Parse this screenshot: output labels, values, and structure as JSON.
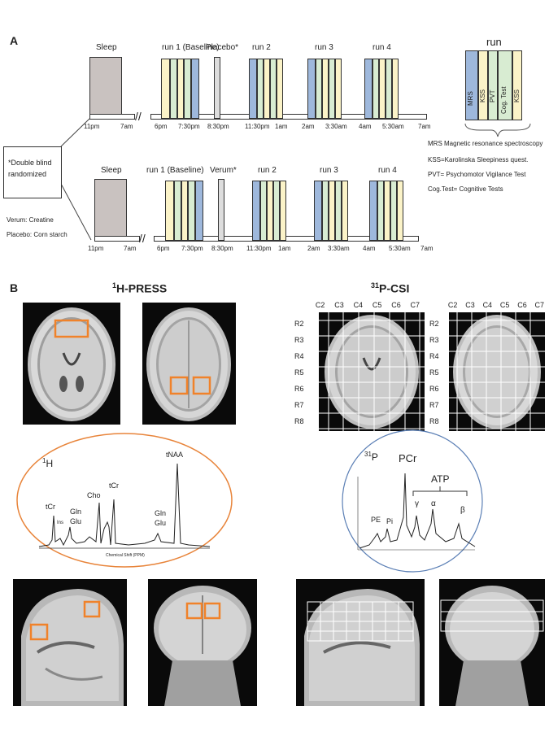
{
  "panelA": {
    "label": "A",
    "top": {
      "sleep": "Sleep",
      "sleep_t1": "11pm",
      "sleep_t2": "7am",
      "run1": "run 1 (Baseline)",
      "run1_t1": "6pm",
      "run1_t2": "7:30pm",
      "intervention": "Placebo*",
      "intervention_t": "8:30pm",
      "run2": "run 2",
      "run2_t1": "11:30pm",
      "run2_t2": "1am",
      "run3": "run 3",
      "run3_t1": "2am",
      "run3_t2": "3:30am",
      "run4": "run 4",
      "run4_t1": "4am",
      "run4_t2": "5:30am",
      "end_t": "7am"
    },
    "bottom": {
      "sleep": "Sleep",
      "sleep_t1": "11pm",
      "sleep_t2": "7am",
      "run1": "run 1 (Baseline)",
      "run1_t1": "6pm",
      "run1_t2": "7:30pm",
      "intervention": "Verum*",
      "intervention_t": "8:30pm",
      "run2": "run 2",
      "run2_t1": "11:30pm",
      "run2_t2": "1am",
      "run3": "run 3",
      "run3_t1": "2am",
      "run3_t2": "3:30am",
      "run4": "run 4",
      "run4_t1": "4am",
      "run4_t2": "5:30am",
      "end_t": "7am"
    },
    "design_box": "*Double blind randomized",
    "verum_def": "Verum:   Creatine",
    "placebo_def": "Placebo: Corn starch",
    "run_legend": {
      "title": "run",
      "bars": [
        "MRS",
        "KSS",
        "PVT",
        "Cog. Test",
        "KSS"
      ]
    },
    "abbreviations": [
      "MRS  Magnetic resonance spectroscopy",
      "KSS=Karolinska Sleepiness quest.",
      "PVT= Psychomotor Vigilance Test",
      "Cog.Test= Cognitive Tests"
    ]
  },
  "panelB": {
    "label": "B",
    "h_title_sup": "1",
    "h_title": "H-PRESS",
    "p_title_sup": "31",
    "p_title": "P-CSI",
    "columns": [
      "C2",
      "C3",
      "C4",
      "C5",
      "C6",
      "C7"
    ],
    "rows": [
      "R2",
      "R3",
      "R4",
      "R5",
      "R6",
      "R7",
      "R8"
    ],
    "h_spectrum": {
      "nucleus_sup": "1",
      "nucleus": "H",
      "peaks": [
        "tCr",
        "Ins",
        "Gln",
        "Glu",
        "Cho",
        "tCr",
        "Gln",
        "Glu",
        "tNAA"
      ],
      "xlabel": "Chemical Shift (PPM)"
    },
    "p_spectrum": {
      "nucleus_sup": "31",
      "nucleus": "P",
      "peaks": [
        "PE",
        "Pi",
        "PCr",
        "γ",
        "α",
        "β"
      ],
      "atp": "ATP"
    }
  },
  "colors": {
    "yellow": "#fbf3c8",
    "green": "#d8ecd2",
    "blue": "#9eb8dc",
    "sleep_gray": "#c9c2c0",
    "voxel_orange": "#f0822a",
    "h_circle": "#e8843a",
    "p_circle": "#5b7fb5"
  }
}
